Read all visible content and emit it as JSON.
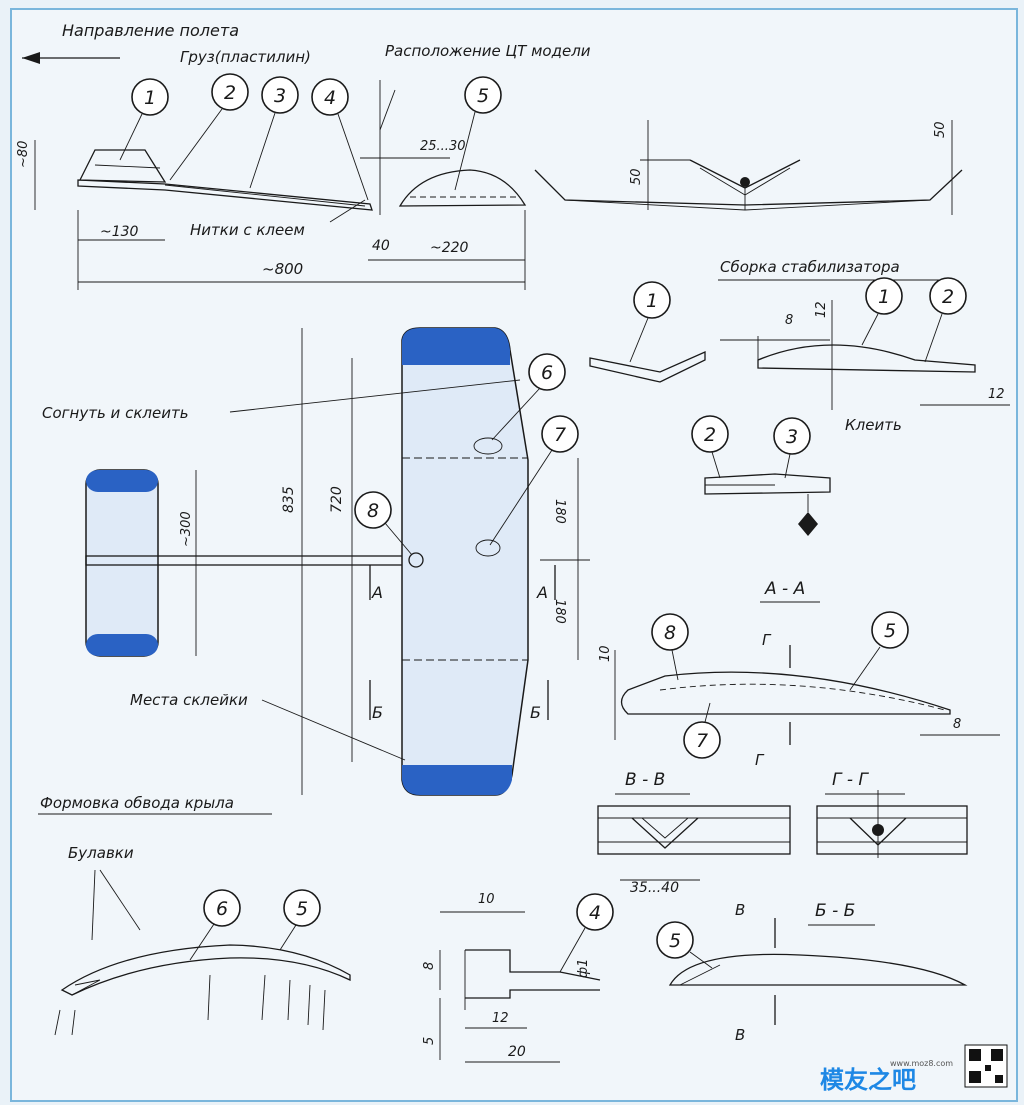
{
  "title_flight": "Направление полета",
  "title_cg": "Расположение ЦТ модели",
  "label_weight": "Груз(пластилин)",
  "label_threads": "Нитки с клеем",
  "label_bend": "Согнуть и склеить",
  "label_glue_places": "Места склейки",
  "label_stab_assembly": "Сборка стабилизатора",
  "label_glue": "Клеить",
  "label_wing_forming": "Формовка обвода крыла",
  "label_pins": "Булавки",
  "section_aa": "А - А",
  "section_vv": "В - В",
  "section_gg": "Г - Г",
  "section_bb": "Б - Б",
  "markers": {
    "a": "А",
    "b": "Б",
    "v": "В",
    "g": "Г"
  },
  "parts": [
    "1",
    "2",
    "3",
    "4",
    "5",
    "6",
    "7",
    "8"
  ],
  "dims": {
    "h80": "~80",
    "d130": "~130",
    "d800": "~800",
    "d40": "40",
    "d220": "~220",
    "d25_30": "25...30",
    "d50a": "50",
    "d50b": "50",
    "d835": "835",
    "d720": "720",
    "d300": "~300",
    "d180a": "180",
    "d180b": "180",
    "d8a": "8",
    "d12a": "12",
    "d12b": "12",
    "d10a": "10",
    "d8b": "8",
    "d35_40": "35...40",
    "d10b": "10",
    "d8c": "8",
    "d1": "ф1",
    "d12c": "12",
    "d5": "5",
    "d20": "20"
  },
  "watermark": "模友之吧",
  "watermark_url": "www.moz8.com",
  "colors": {
    "tip_blue": "#2a62c4",
    "wing_fill": "#dfeaf7",
    "frame": "#7ab6dc"
  }
}
